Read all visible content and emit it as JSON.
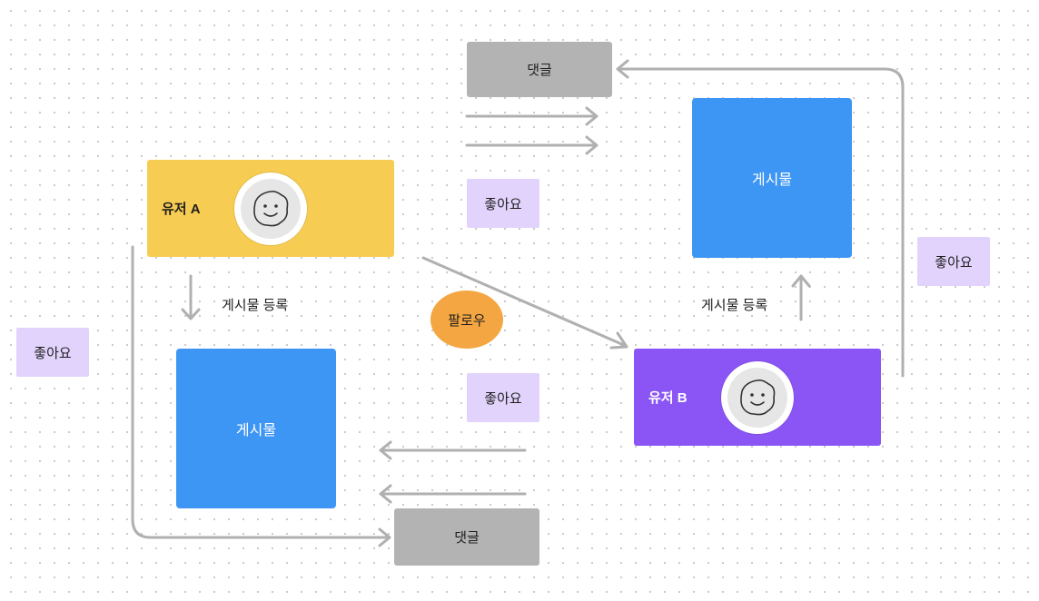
{
  "colors": {
    "user_a": "#f7cc52",
    "user_b": "#8b55f5",
    "post": "#3e96f4",
    "comment": "#b3b3b3",
    "like": "#e2d3fc",
    "follow": "#f3a641",
    "arrow": "#b0b0b0"
  },
  "users": {
    "a": {
      "label": "유저 A",
      "icon": "smiley-face-icon"
    },
    "b": {
      "label": "유저 B",
      "icon": "smiley-face-icon"
    }
  },
  "posts": {
    "top_right": "게시물",
    "bottom_left": "게시물"
  },
  "comments": {
    "top": "댓글",
    "bottom": "댓글"
  },
  "likes": {
    "left": "좋아요",
    "center_top": "좋아요",
    "center_bottom": "좋아요",
    "right": "좋아요"
  },
  "follow": "팔로우",
  "labels": {
    "post_register_a": "게시물 등록",
    "post_register_b": "게시물 등록"
  }
}
